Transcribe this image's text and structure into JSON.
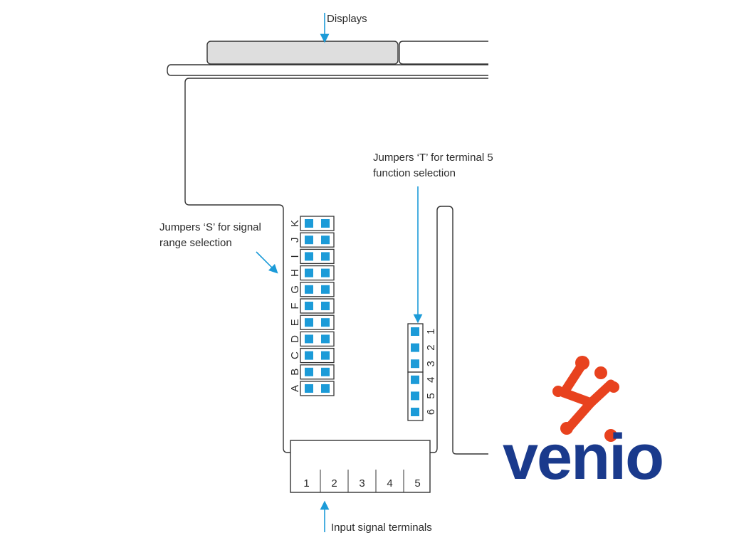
{
  "labels": {
    "displays": "Displays",
    "jumpers_t_line1": "Jumpers ‘T’ for terminal 5",
    "jumpers_t_line2": "function selection",
    "jumpers_s_line1": "Jumpers ‘S’ for signal",
    "jumpers_s_line2": "range selection",
    "input_terminals": "Input signal terminals"
  },
  "s_jumper_letters": [
    "A",
    "B",
    "C",
    "D",
    "E",
    "F",
    "G",
    "H",
    "I",
    "J",
    "K"
  ],
  "t_jumper_numbers": [
    "1",
    "2",
    "3",
    "4",
    "5",
    "6"
  ],
  "terminals": [
    "1",
    "2",
    "3",
    "4",
    "5"
  ],
  "logo": {
    "text": "venio",
    "text_color": "#1a3a8c",
    "mark_color": "#e8421e"
  },
  "colors": {
    "jumper_fill": "#1c9bd8",
    "line": "#333333",
    "arrow": "#1c9bd8"
  }
}
